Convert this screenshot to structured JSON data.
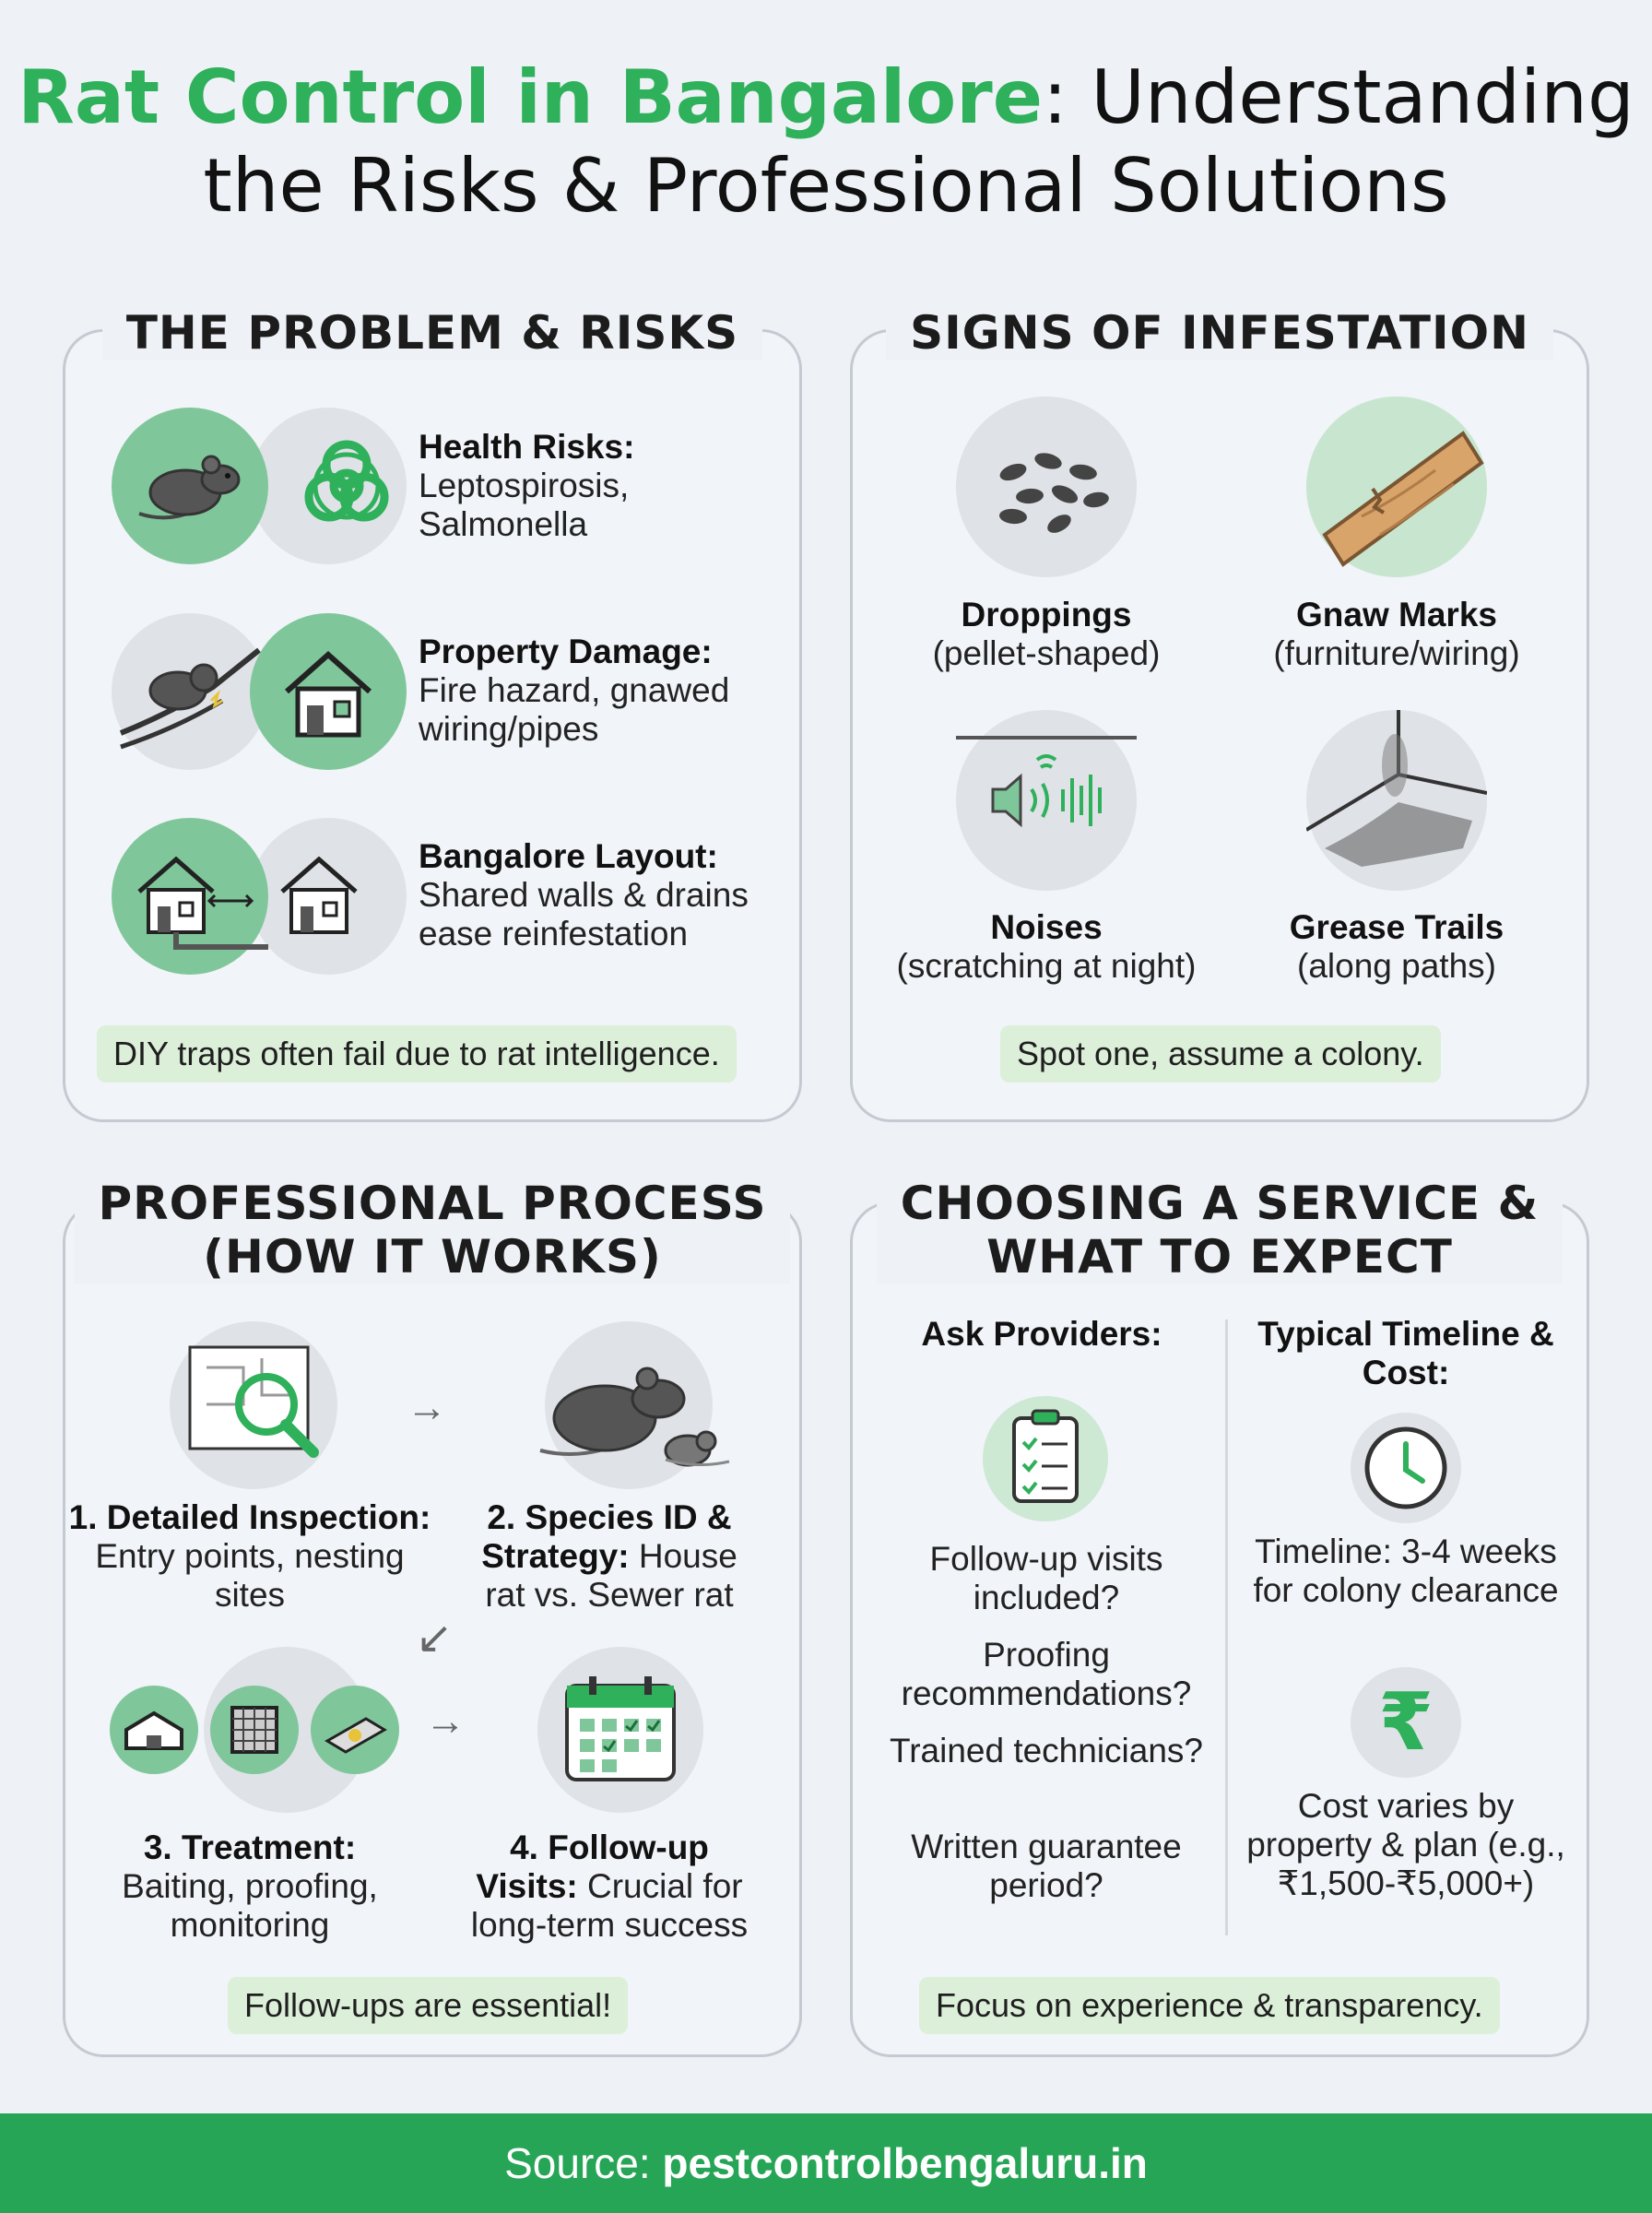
{
  "title": {
    "highlight": "Rat Control in Bangalore",
    "rest": ": Understanding",
    "line2": "the Risks & Professional Solutions"
  },
  "problem": {
    "heading": "THE PROBLEM & RISKS",
    "items": [
      {
        "title": "Health Risks:",
        "text": "Leptospirosis, Salmonella"
      },
      {
        "title": "Property Damage:",
        "text": "Fire hazard, gnawed wiring/pipes"
      },
      {
        "title": "Bangalore Layout:",
        "text": "Shared walls & drains ease reinfestation"
      }
    ],
    "note": "DIY traps often fail due to rat intelligence."
  },
  "signs": {
    "heading": "SIGNS OF INFESTATION",
    "items": [
      {
        "title": "Droppings",
        "text": "(pellet-shaped)"
      },
      {
        "title": "Gnaw Marks",
        "text": "(furniture/wiring)"
      },
      {
        "title": "Noises",
        "text": "(scratching at night)"
      },
      {
        "title": "Grease Trails",
        "text": "(along paths)"
      }
    ],
    "note": "Spot one, assume a colony."
  },
  "process": {
    "heading_line1": "PROFESSIONAL PROCESS",
    "heading_line2": "(HOW IT WORKS)",
    "steps": [
      {
        "title": "1. Detailed Inspection:",
        "text": "Entry points, nesting sites"
      },
      {
        "title": "2. Species ID & Strategy:",
        "text": "House rat vs. Sewer rat"
      },
      {
        "title": "3. Treatment:",
        "text": "Baiting, proofing, monitoring"
      },
      {
        "title": "4. Follow-up Visits:",
        "text": "Crucial for long-term success"
      }
    ],
    "note": "Follow-ups are essential!"
  },
  "choosing": {
    "heading_line1": "CHOOSING A SERVICE &",
    "heading_line2": "WHAT TO EXPECT",
    "ask_heading": "Ask Providers:",
    "questions": [
      "Follow-up visits included?",
      "Proofing recommendations?",
      "Trained technicians?",
      "Written guarantee period?"
    ],
    "timeline_heading": "Typical Timeline & Cost:",
    "timeline": "Timeline: 3-4 weeks for colony clearance",
    "cost": "Cost varies by property & plan (e.g., ₹1,500-₹5,000+)",
    "rupee_symbol": "₹",
    "note": "Focus on experience & transparency."
  },
  "footer": {
    "label": "Source:",
    "site": "pestcontrolbengaluru.in"
  },
  "colors": {
    "green": "#2fb05a",
    "light_green": "#7fc79a",
    "note_bg": "#dcefd9",
    "footer_bg": "#27a556"
  }
}
